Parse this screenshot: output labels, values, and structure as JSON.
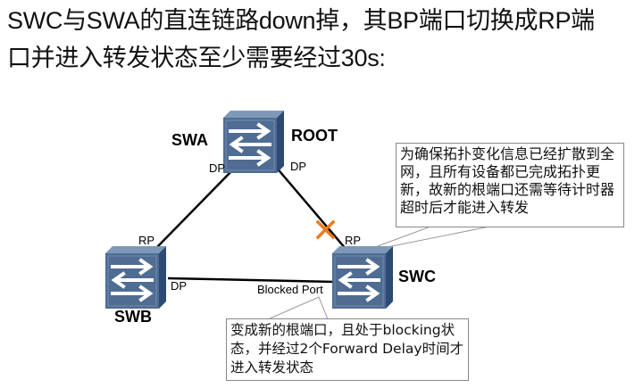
{
  "heading": {
    "line1": "SWC与SWA的直连链路down掉，其BP端口切换成RP端",
    "line2": "口并进入转发状态至少需要经过30s:"
  },
  "diagram": {
    "switches": [
      {
        "id": "swa",
        "name": "SWA",
        "extra_label": "ROOT"
      },
      {
        "id": "swb",
        "name": "SWB"
      },
      {
        "id": "swc",
        "name": "SWC"
      }
    ],
    "port_labels": {
      "swa_left": "DP",
      "swa_right": "DP",
      "swb_top": "RP",
      "swb_right": "DP",
      "swc_top": "RP",
      "swc_left": "Blocked Port"
    },
    "failure_marker": {
      "icon": "x-mark-icon",
      "color": "#f07a1a"
    },
    "link_color": "#000000",
    "switch_colors": {
      "front": "#4f6c93",
      "top": "#7e98b8",
      "side": "#2c4a73"
    }
  },
  "callouts": {
    "top_right": "为确保拓扑变化信息已经扩散到全网，且所有设备都已完成拓扑更新，故新的根端口还需等待计时器超时后才能进入转发",
    "bottom": "变成新的根端口，且处于blocking状态，并经过2个Forward Delay时间才进入转发状态"
  }
}
